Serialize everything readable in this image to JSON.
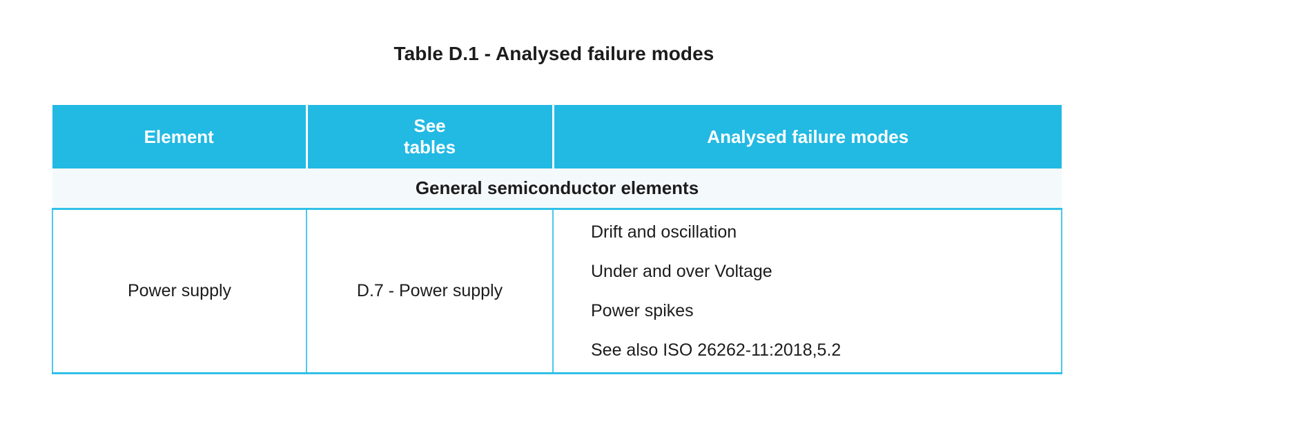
{
  "caption": "Table D.1 - Analysed failure modes",
  "colors": {
    "header_bg": "#22b9e3",
    "header_text": "#ffffff",
    "section_bg": "#f4f9fc",
    "border": "#4ec7ee",
    "border_strong": "#2fc0e8",
    "body_text": "#1c1c1c",
    "page_bg": "#ffffff"
  },
  "table": {
    "columns": [
      {
        "key": "element",
        "label": "Element",
        "lines": [
          "Element"
        ]
      },
      {
        "key": "see_tables",
        "label": "See tables",
        "lines": [
          "See",
          "tables"
        ]
      },
      {
        "key": "failure_modes",
        "label": "Analysed failure modes",
        "lines": [
          "Analysed failure modes"
        ]
      }
    ],
    "sections": [
      {
        "title": "General semiconductor elements",
        "rows": [
          {
            "element": "Power supply",
            "see_tables": "D.7 - Power supply",
            "failure_modes": [
              "Drift and oscillation",
              "Under and over Voltage",
              "Power spikes",
              "See also ISO 26262-11:2018,5.2"
            ]
          }
        ]
      }
    ]
  }
}
